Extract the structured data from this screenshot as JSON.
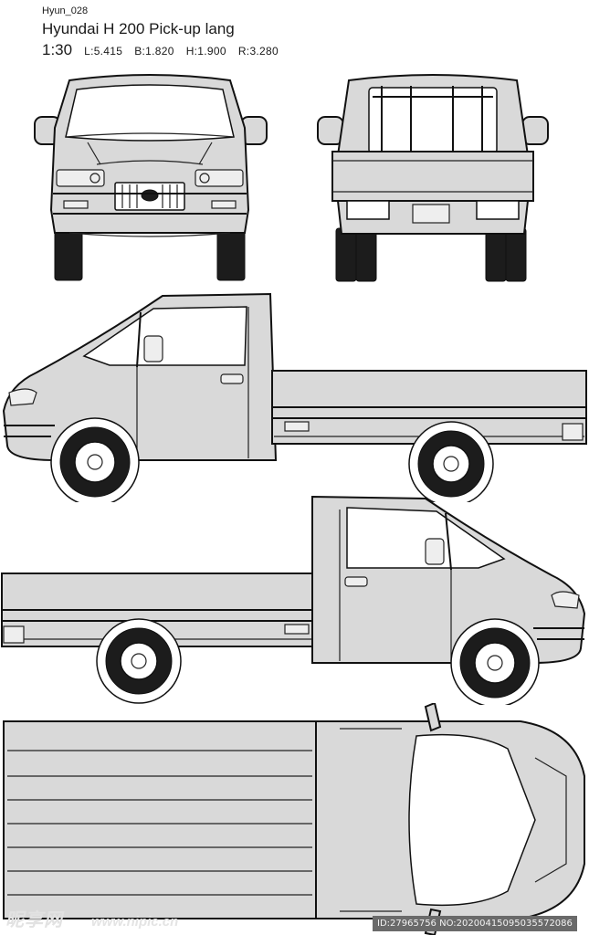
{
  "header": {
    "code": "Hyun_028",
    "title": "Hyundai H 200 Pick-up lang",
    "scale": "1:30",
    "dimensions": {
      "length": "L:5.415",
      "width": "B:1.820",
      "height": "H:1.900",
      "wheelbase": "R:3.280"
    }
  },
  "views": [
    "front",
    "rear",
    "side-left",
    "side-right",
    "top"
  ],
  "watermark": {
    "logo_text": "昵享网",
    "site": "www.nipic.cn",
    "id_text": "ID:27965756 NO:20200415095035572086"
  },
  "colors": {
    "body_fill": "#d9d9d9",
    "outline": "#111111",
    "tire": "#1c1c1c",
    "id_bar": "#6a6a6a"
  }
}
